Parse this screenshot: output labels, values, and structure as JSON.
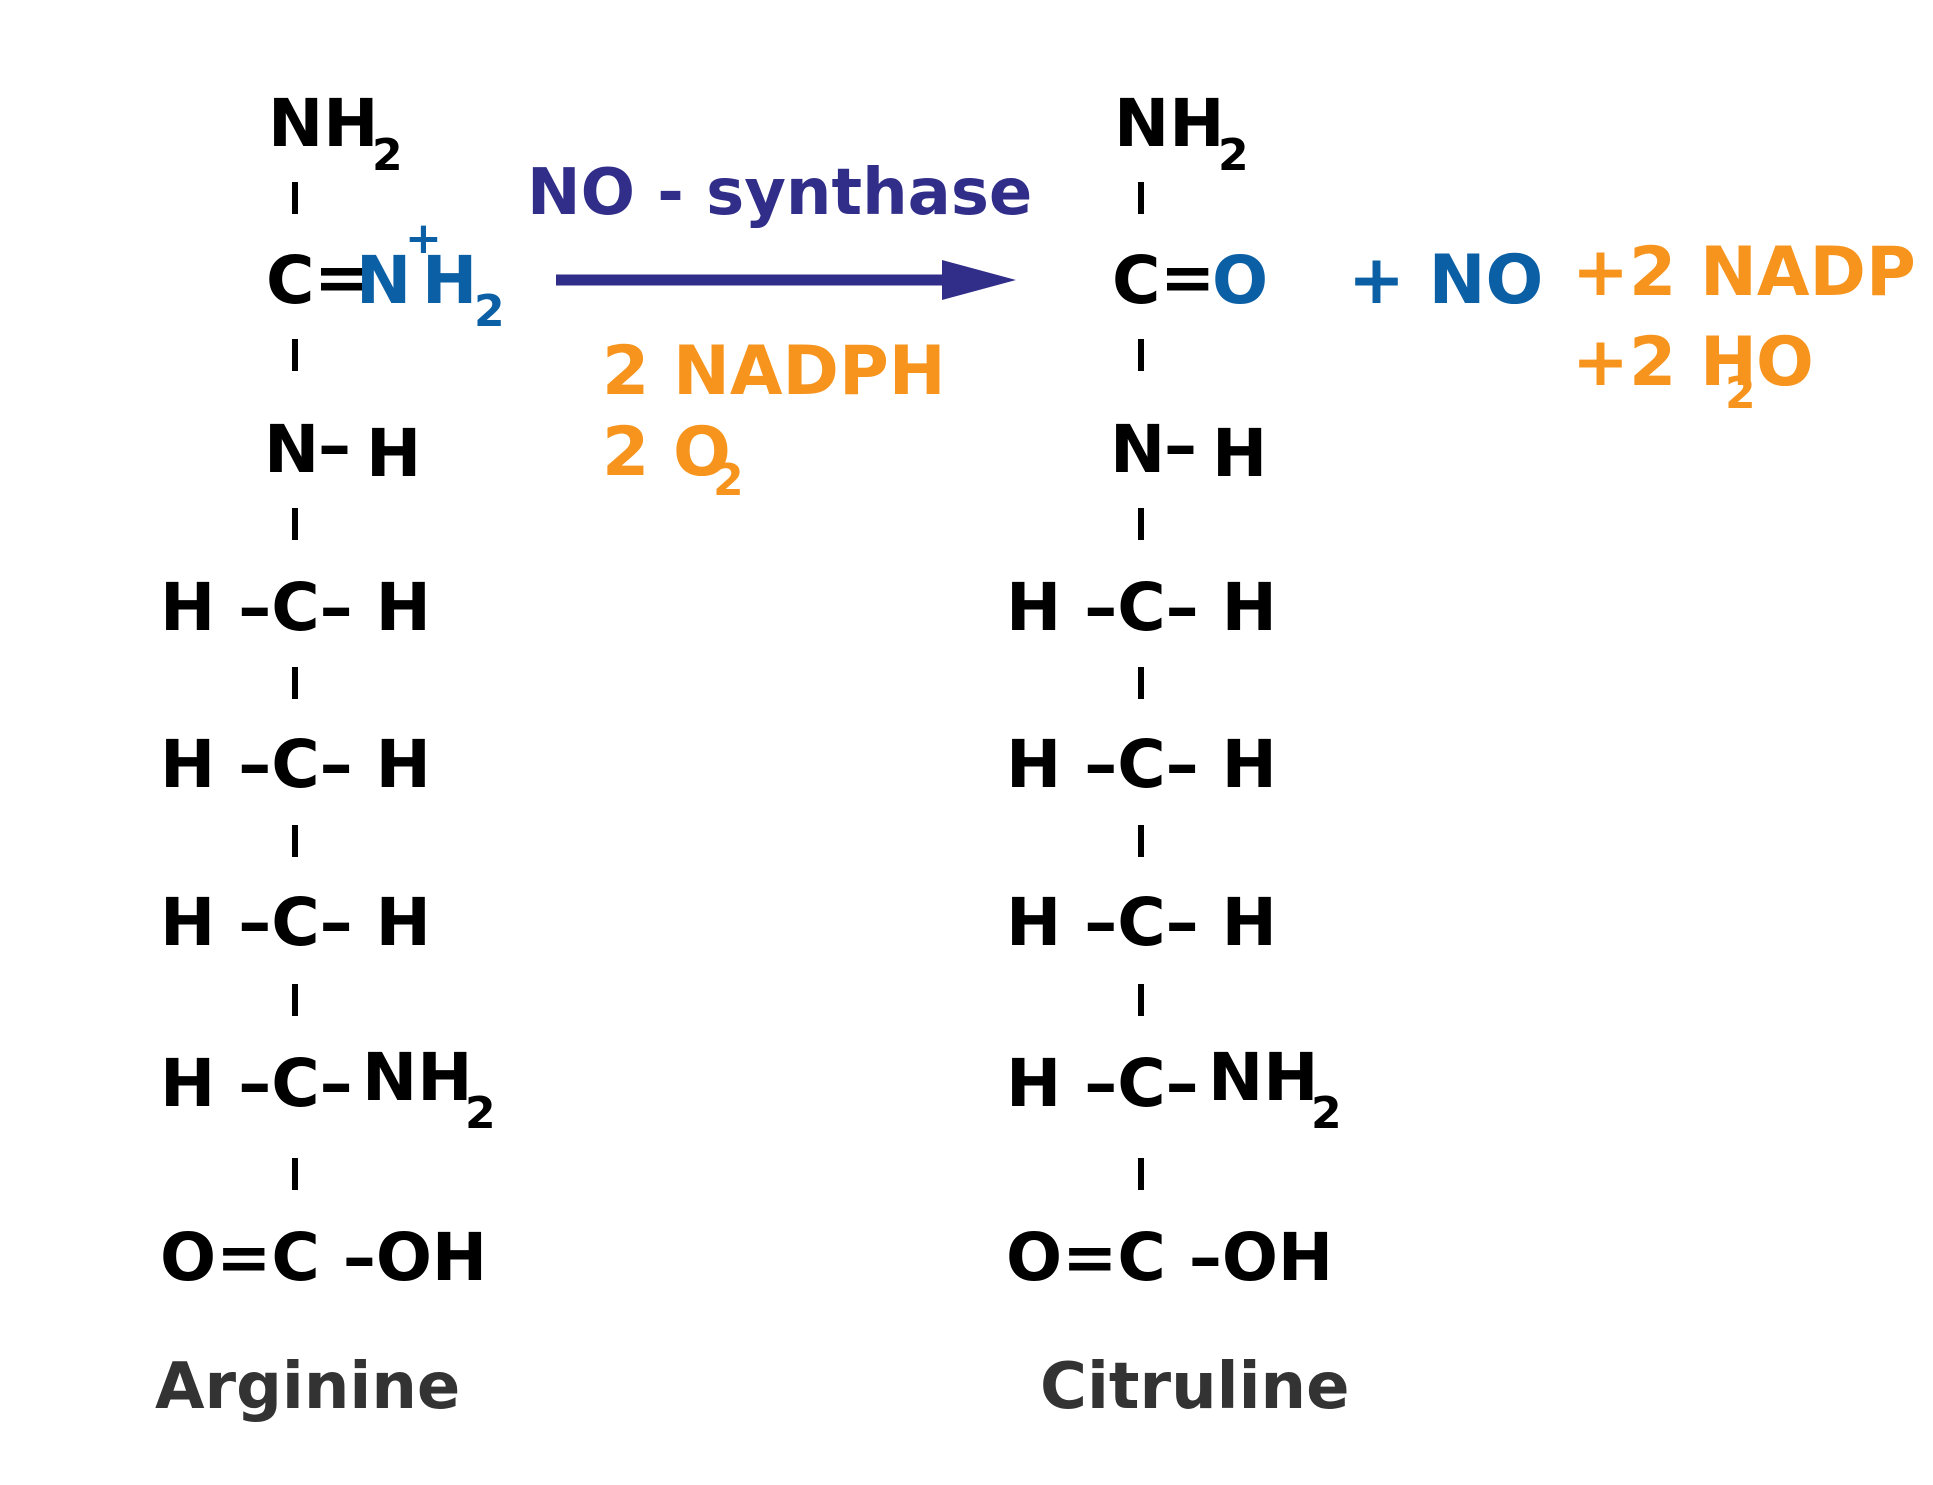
{
  "colors": {
    "black": "#000000",
    "label": "#333333",
    "blue": "#0b5fa5",
    "navy": "#312e8a",
    "orange": "#f7941d"
  },
  "enzyme": "NO - synthase",
  "reactants": {
    "nadph": "2 NADPH",
    "o2_main": "2 O",
    "o2_sub": "2"
  },
  "products": {
    "no": "+ NO",
    "nadp": "+2 NADP",
    "h2o_a": "+2 H",
    "h2o_sub": "2",
    "h2o_b": "O"
  },
  "arginine": {
    "name": "Arginine",
    "top_nh": "NH",
    "top_sub": "2",
    "c": "C",
    "eq": "=",
    "n": "N",
    "plus": "+",
    "h": "H",
    "h_sub": "2",
    "nh_n": "N",
    "nh_dash": "–",
    "nh_h": "H",
    "ch1": "H –C– H",
    "ch2": "H –C– H",
    "ch3": "H –C– H",
    "alpha": "H –C–",
    "alpha_nh": "NH",
    "alpha_sub": "2",
    "cooh": "O=C –OH"
  },
  "citruline": {
    "name": "Citruline",
    "top_nh": "NH",
    "top_sub": "2",
    "c": "C",
    "eq": "=",
    "o": "O",
    "nh_n": "N",
    "nh_dash": "–",
    "nh_h": "H",
    "ch1": "H –C– H",
    "ch2": "H –C– H",
    "ch3": "H –C– H",
    "alpha": "H –C–",
    "alpha_nh": "NH",
    "alpha_sub": "2",
    "cooh": "O=C –OH"
  }
}
